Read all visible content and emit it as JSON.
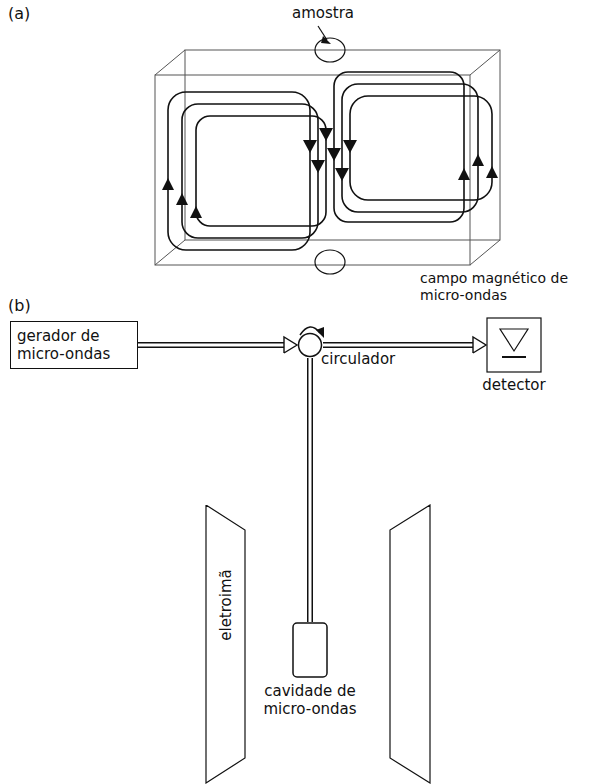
{
  "diagram": {
    "nodes": [
      {
        "text": [
          "gerador de micro-ondas"
        ]
      },
      {
        "text": [
          "circulador"
        ]
      },
      {
        "text": [
          "detector"
        ]
      },
      {
        "text": [
          "eletroimã"
        ]
      },
      {
        "text": [
          "cavidade de micro-ondas"
        ]
      }
    ],
    "edges": [
      {
        "from": 0,
        "to": 1,
        "arrow": "to"
      },
      {
        "from": 1,
        "to": 2,
        "arrow": "to"
      },
      {
        "from": 1,
        "to": 4,
        "arrow": "none"
      }
    ],
    "labels": [
      "(a)",
      "amostra",
      "campo magnético de micro-ondas",
      "(b)"
    ]
  }
}
